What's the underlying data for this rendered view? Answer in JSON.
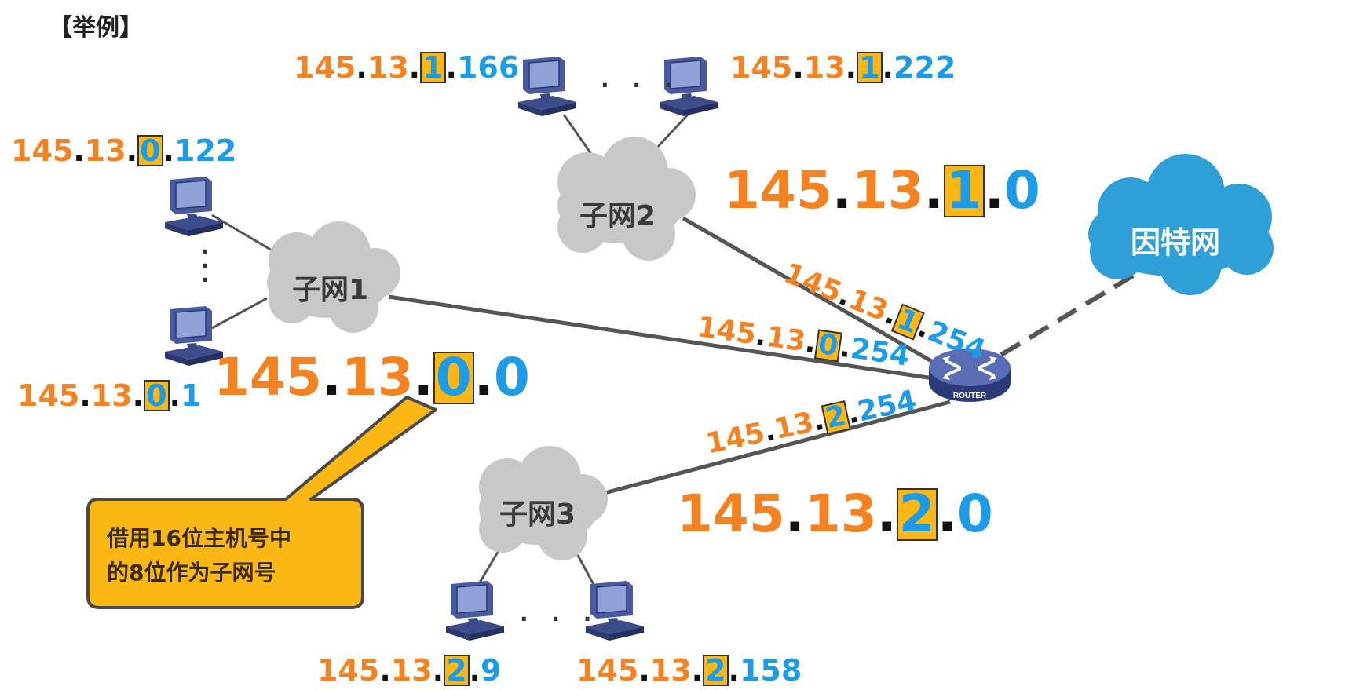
{
  "title": "【举例】",
  "subnets": {
    "s1": {
      "label": "子网1",
      "network": [
        "145",
        "13",
        "0",
        "0"
      ]
    },
    "s2": {
      "label": "子网2",
      "network": [
        "145",
        "13",
        "1",
        "0"
      ]
    },
    "s3": {
      "label": "子网3",
      "network": [
        "145",
        "13",
        "2",
        "0"
      ]
    }
  },
  "internet": {
    "label": "因特网"
  },
  "router": {
    "label": "ROUTER"
  },
  "hosts": {
    "h1a": [
      "145",
      "13",
      "0",
      "122"
    ],
    "h1b": [
      "145",
      "13",
      "0",
      "1"
    ],
    "h2a": [
      "145",
      "13",
      "1",
      "166"
    ],
    "h2b": [
      "145",
      "13",
      "1",
      "222"
    ],
    "h3a": [
      "145",
      "13",
      "2",
      "9"
    ],
    "h3b": [
      "145",
      "13",
      "2",
      "158"
    ]
  },
  "router_ifaces": {
    "r1": [
      "145",
      "13",
      "1",
      "254"
    ],
    "r0": [
      "145",
      "13",
      "0",
      "254"
    ],
    "r2": [
      "145",
      "13",
      "2",
      "254"
    ]
  },
  "callout": {
    "line1": "借用16位主机号中",
    "line2": "的8位作为子网号"
  },
  "ellipsis": "· · ·",
  "ellipsis_v": "·\n·\n·",
  "colors": {
    "net_part": "#f58220",
    "host_part": "#1e9be6",
    "subnet_box": "#fbb714",
    "cloud": "#c8c8c8",
    "internet": "#2f9fd8",
    "callout": "#fbb714"
  }
}
